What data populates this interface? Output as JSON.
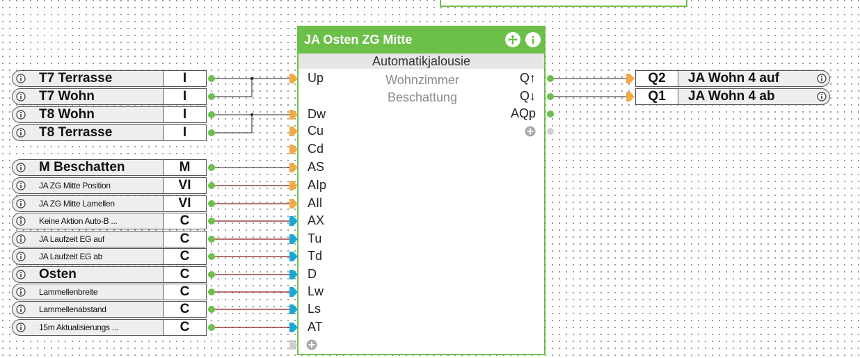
{
  "block": {
    "title": "JA Osten ZG Mitte",
    "type": "Automatikjalousie",
    "description_line1": "Wohnzimmer",
    "description_line2": "Beschattung",
    "header_icons": [
      "move-icon",
      "info-icon"
    ],
    "accent_color": "#6cc04a"
  },
  "inputs": [
    {
      "label": "T7 Terrasse",
      "type": "I"
    },
    {
      "label": "T7 Wohn",
      "type": "I"
    },
    {
      "label": "T8 Wohn",
      "type": "I"
    },
    {
      "label": "T8 Terrasse",
      "type": "I"
    },
    {
      "label": "M Beschatten",
      "type": "M"
    },
    {
      "label": "JA ZG Mitte Position",
      "type": "VI"
    },
    {
      "label": "JA ZG Mitte Lamellen",
      "type": "VI"
    },
    {
      "label": "Keine Aktion Auto-B ...",
      "type": "C"
    },
    {
      "label": "JA Laufzeit EG auf",
      "type": "C"
    },
    {
      "label": "JA Laufzeit EG ab",
      "type": "C"
    },
    {
      "label": "Osten",
      "type": "C"
    },
    {
      "label": "Lammellenbreite",
      "type": "C"
    },
    {
      "label": "Lammellenabstand",
      "type": "C"
    },
    {
      "label": "15m Aktualisierungs ...",
      "type": "C"
    }
  ],
  "block_inputs": [
    "Up",
    "Dw",
    "Cu",
    "Cd",
    "AS",
    "AIp",
    "AIl",
    "AX",
    "Tu",
    "Td",
    "D",
    "Lw",
    "Ls",
    "AT"
  ],
  "block_outputs": [
    "Q↑",
    "Q↓",
    "AQp"
  ],
  "outputs": [
    {
      "code": "Q2",
      "label": "JA Wohn 4 auf"
    },
    {
      "code": "Q1",
      "label": "JA Wohn 4 ab"
    }
  ],
  "colors": {
    "digital_wire": "#222222",
    "analog_wire": "#8b1a1a",
    "digital_port": "#f2a946",
    "param_port": "#17a8d8",
    "connector_dot": "#6cc04a"
  }
}
